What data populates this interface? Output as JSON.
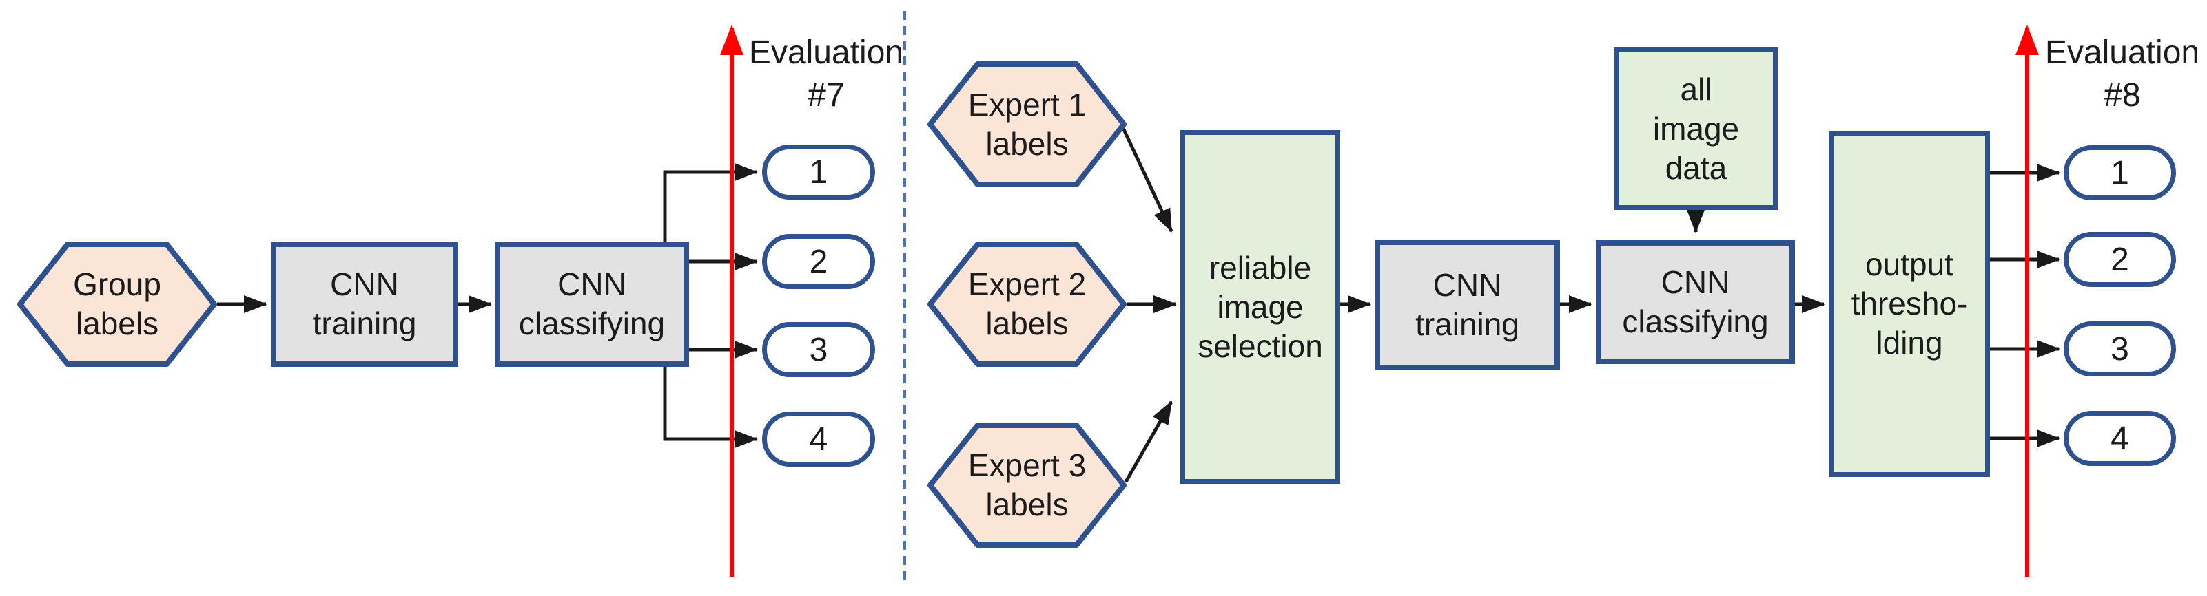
{
  "colors": {
    "border": "#2F528F",
    "hexagon_fill": "#FBE5D6",
    "process_fill": "#E2E2E2",
    "data_fill": "#E2EFDA",
    "output_fill": "#FFFFFF",
    "eval_line": "#FF0000",
    "divider": "#4472C4",
    "connector": "#1A1A1A",
    "text": "#1B1B1B"
  },
  "left": {
    "input_label": "Group\nlabels",
    "steps": [
      "CNN\ntraining",
      "CNN\nclassifying"
    ],
    "outputs": [
      "1",
      "2",
      "3",
      "4"
    ],
    "evaluation": "Evaluation\n#7"
  },
  "right": {
    "inputs": [
      "Expert 1\nlabels",
      "Expert 2\nlabels",
      "Expert 3\nlabels"
    ],
    "selection": "reliable\nimage\nselection",
    "training": "CNN\ntraining",
    "classifying": "CNN\nclassifying",
    "aux": "all\nimage\ndata",
    "thresholding": "output\nthresho-\nlding",
    "outputs": [
      "1",
      "2",
      "3",
      "4"
    ],
    "evaluation": "Evaluation\n#8"
  }
}
